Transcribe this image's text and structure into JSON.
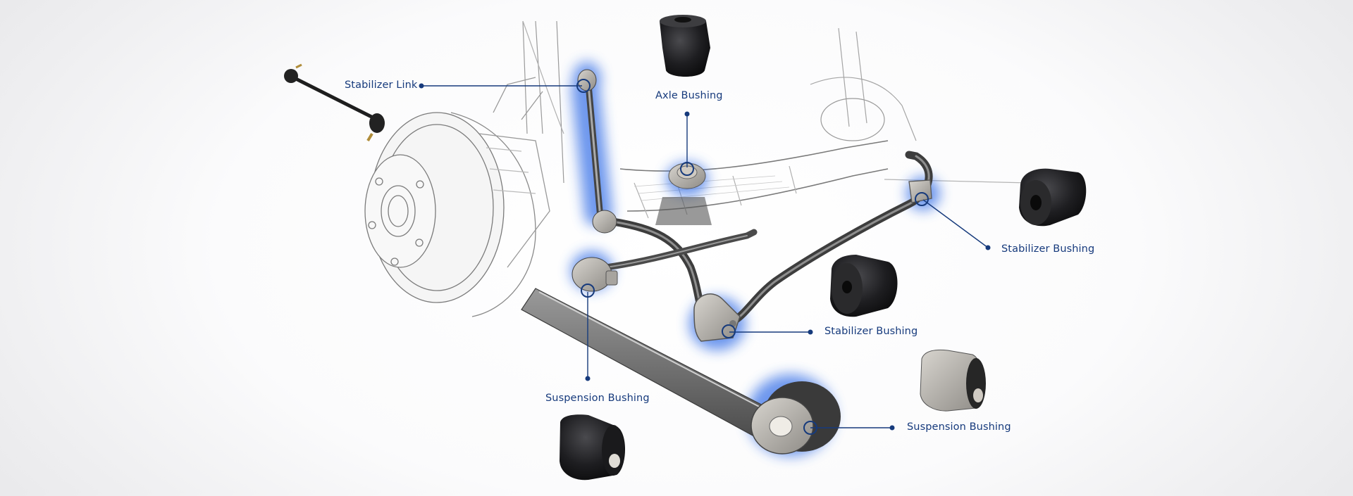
{
  "colors": {
    "accent": "#163a7c",
    "glow": "#2e6be6",
    "rubber": "#1c1c1e",
    "metal": "#b9b6b0",
    "sketch": "#7d7d7d"
  },
  "labels": [
    {
      "id": "stabilizer-link",
      "text": "Stabilizer Link"
    },
    {
      "id": "axle-bushing",
      "text": "Axle Bushing"
    },
    {
      "id": "stabilizer-bushing-right",
      "text": "Stabilizer Bushing"
    },
    {
      "id": "stabilizer-bushing-center",
      "text": "Stabilizer Bushing"
    },
    {
      "id": "suspension-bushing-left",
      "text": "Suspension Bushing"
    },
    {
      "id": "suspension-bushing-right",
      "text": "Suspension Bushing"
    }
  ]
}
